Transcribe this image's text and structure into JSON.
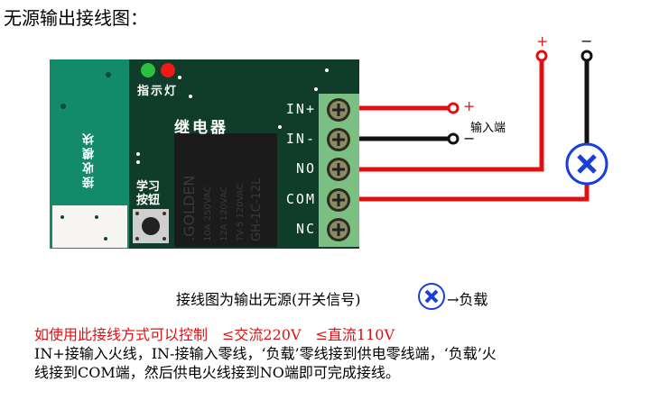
{
  "title": "无源输出接线图：",
  "board": {
    "indicator_label": "指示灯",
    "relay_label": "继电器",
    "receiver_label": "接收模块",
    "learn_button_label": [
      "学习",
      "按钮"
    ],
    "relay_text": [
      ".GOLDEN",
      "10A 250VAC",
      "12A 120VAC",
      "TV-5 120VAC",
      "GH-1C-12L"
    ],
    "terminals": [
      "IN+",
      "IN-",
      "NO",
      "COM",
      "NC"
    ]
  },
  "wiring": {
    "input_label": "输入端",
    "plus": "+",
    "minus": "−"
  },
  "legend": {
    "text": "接线图为输出无源(开关信号)",
    "load": "→负载"
  },
  "notes": {
    "warning": "如使用此接线方式可以控制　≤交流220V　≤直流110V",
    "line1": "IN+接输入火线，IN-接输入零线，‘负载’零线接到供电零线端，‘负载’火",
    "line2": "线接到COM端，然后供电火线接到NO端即可完成接线。"
  },
  "colors": {
    "board": "#0f3d2a",
    "module": "#138a6a",
    "terminal": "#7cbf82",
    "wire_red": "#e01010",
    "load": "#1a3fd8"
  }
}
